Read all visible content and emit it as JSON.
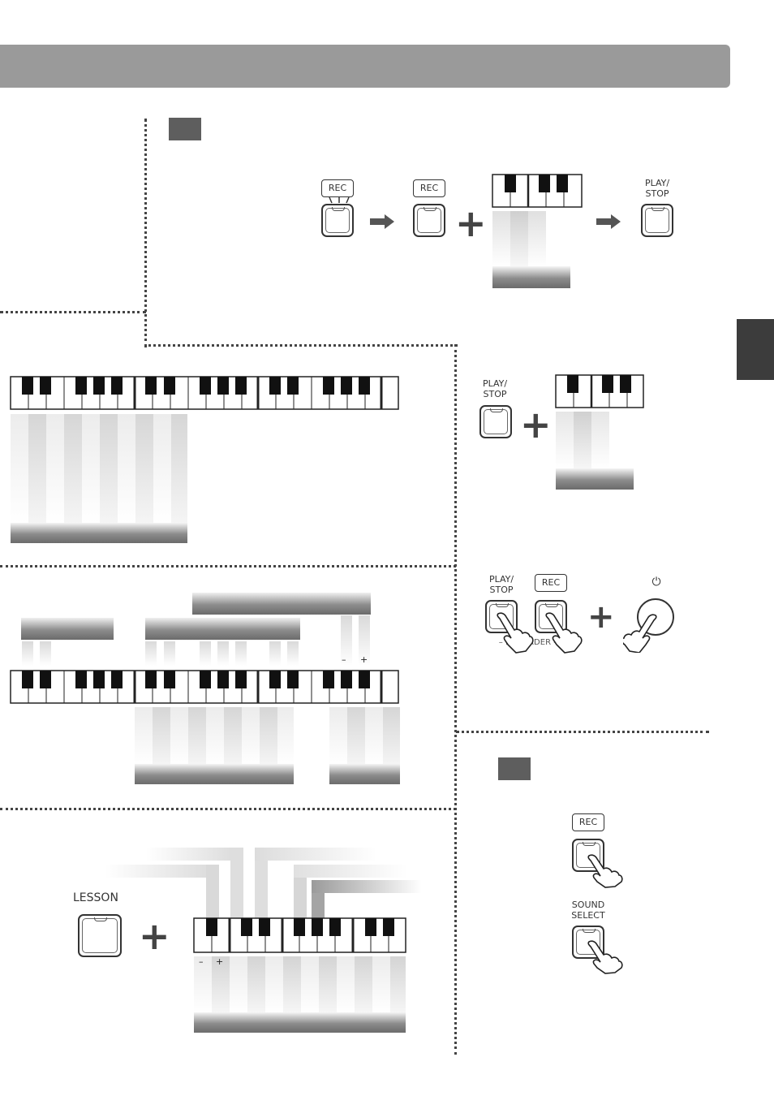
{
  "labels": {
    "rec": "REC",
    "play_stop_line1": "PLAY/",
    "play_stop_line2": "STOP",
    "recorder": "– RECORDER –",
    "power_symbol": "⏻",
    "lesson": "LESSON",
    "sound_select_line1": "SOUND",
    "sound_select_line2": "SELECT",
    "minus": "–",
    "plus": "+"
  },
  "colors": {
    "header_bar": "#9a9a9a",
    "side_tab": "#3c3c3c",
    "step_box": "#5e5e5e"
  },
  "icons": [
    "rec-button-blink",
    "arrow-right-icon",
    "plus-icon",
    "finger-press-icon",
    "power-button-icon",
    "keyboard-section-icon"
  ]
}
